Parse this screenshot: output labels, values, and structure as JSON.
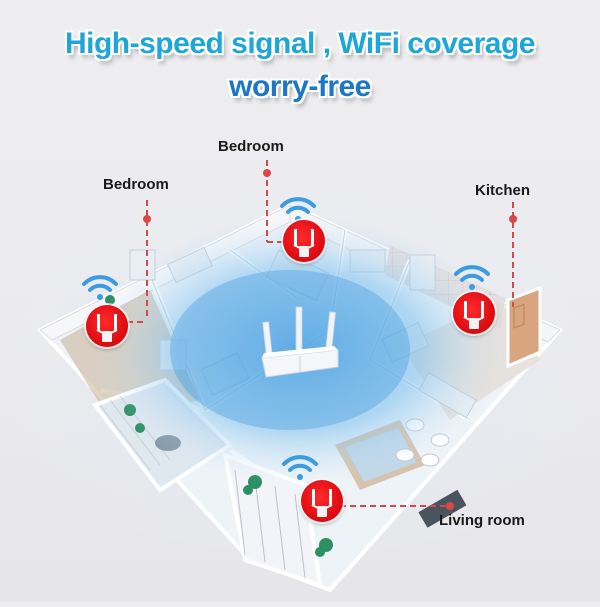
{
  "headline": {
    "line1": "High-speed signal , WiFi coverage",
    "line2": "worry-free",
    "line1_color": "#1fa6d9",
    "line2_color": "#1c78c6"
  },
  "rooms": [
    {
      "label": "Bedroom",
      "position": "left",
      "device": "wifi-extender",
      "signal_icon": "wifi-icon"
    },
    {
      "label": "Bedroom",
      "position": "top-center",
      "device": "wifi-extender",
      "signal_icon": "wifi-icon"
    },
    {
      "label": "Kitchen",
      "position": "right",
      "device": "wifi-extender",
      "signal_icon": "wifi-icon"
    },
    {
      "label": "Living room",
      "position": "bottom",
      "device": "wifi-extender",
      "signal_icon": "wifi-icon"
    }
  ],
  "center_device": "wifi-router",
  "colors": {
    "extender_badge": "#e00d12",
    "callout_line": "#d94848",
    "coverage_blue": "#5aaee6",
    "wifi_signal": "#3d9be0"
  }
}
